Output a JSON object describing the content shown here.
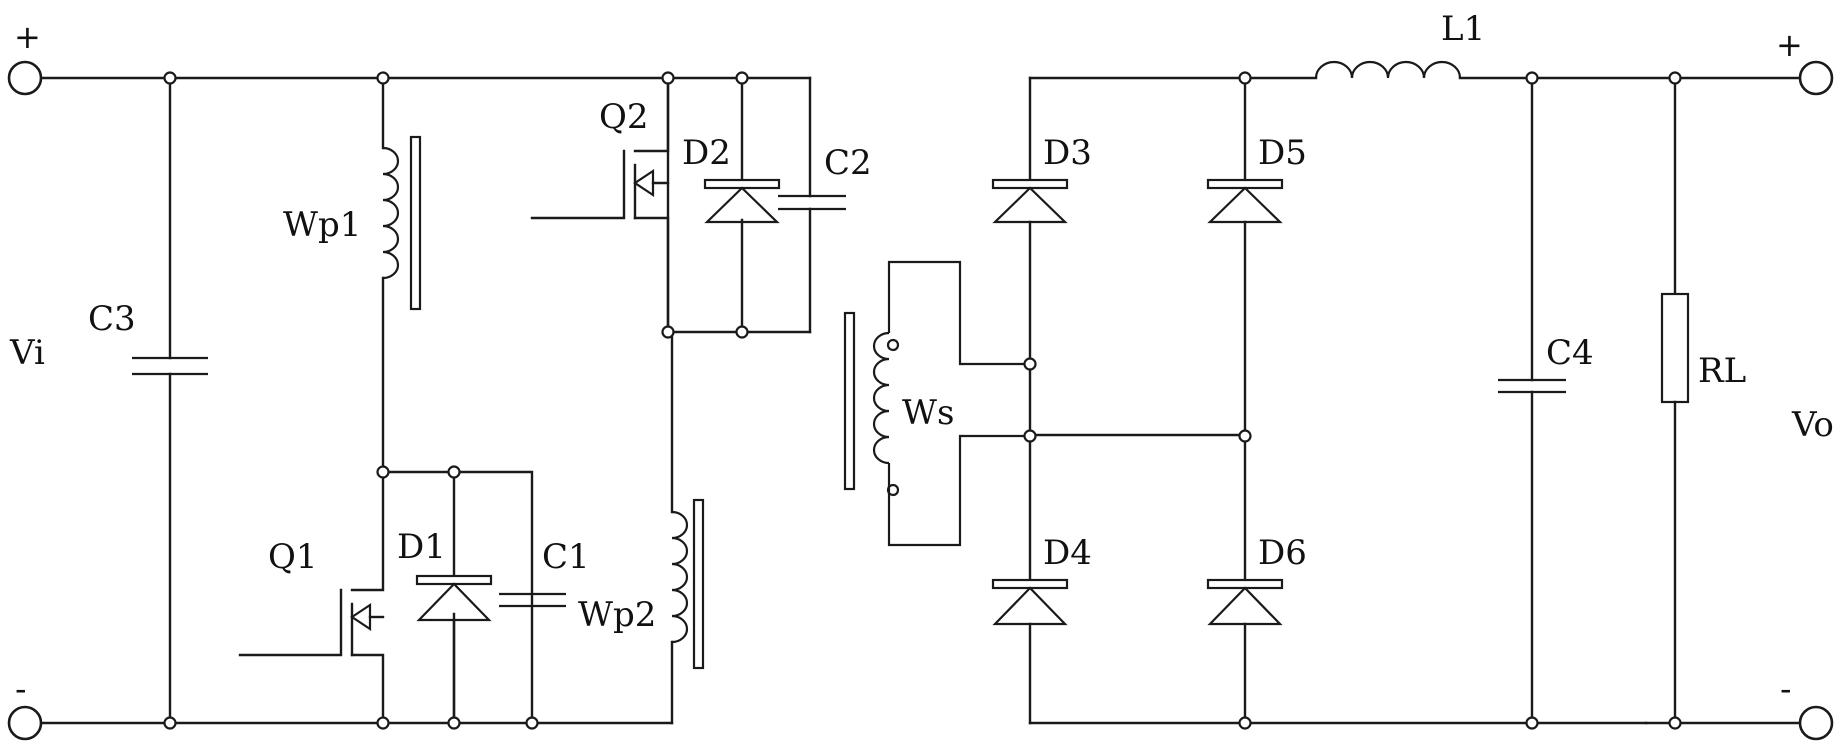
{
  "title": "",
  "input": {
    "plus": "+",
    "minus": "-",
    "label": "Vi"
  },
  "output": {
    "plus": "+",
    "minus": "-",
    "label": "Vo"
  },
  "components": {
    "C3": "C3",
    "Wp1": "Wp1",
    "Q1": "Q1",
    "D1": "D1",
    "C1": "C1",
    "Wp2": "Wp2",
    "Q2": "Q2",
    "D2": "D2",
    "C2": "C2",
    "Ws": "Ws",
    "D3": "D3",
    "D4": "D4",
    "D5": "D5",
    "D6": "D6",
    "L1": "L1",
    "C4": "C4",
    "RL": "RL"
  }
}
